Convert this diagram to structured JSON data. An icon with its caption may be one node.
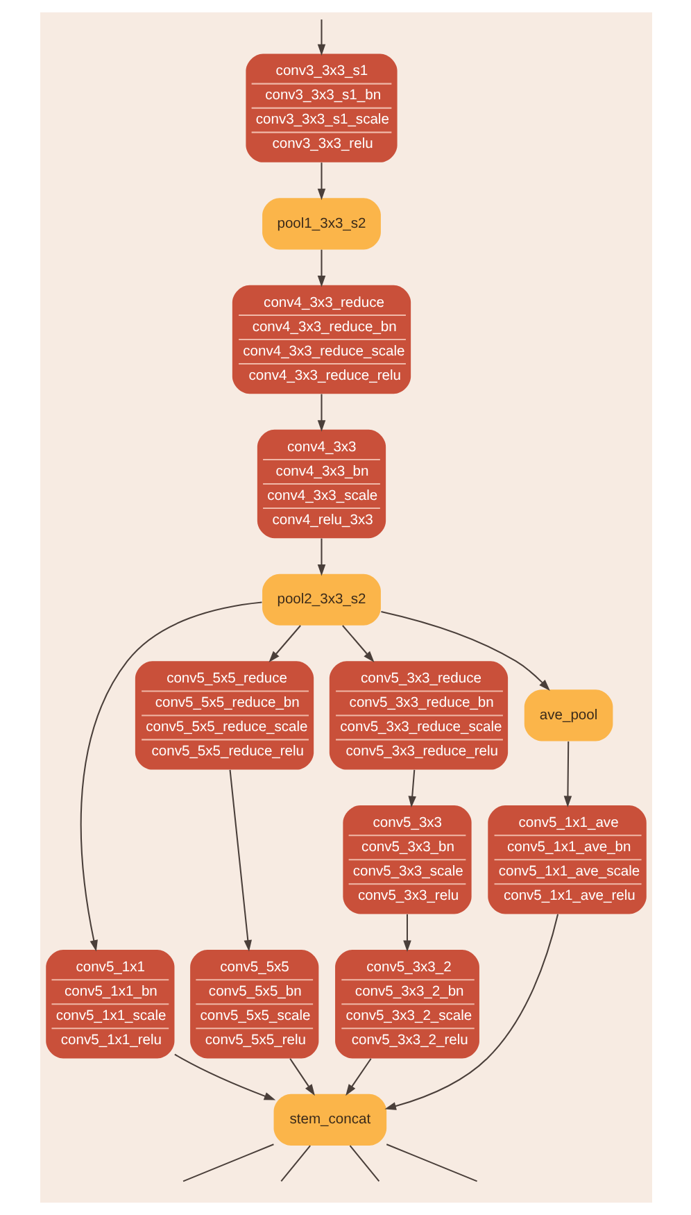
{
  "diagram": {
    "nodes": [
      {
        "text": [
          "conv3_3x3_s1",
          "conv3_3x3_s1_bn",
          "conv3_3x3_s1_scale",
          "conv3_3x3_relu"
        ]
      },
      {
        "text": [
          "pool1_3x3_s2"
        ]
      },
      {
        "text": [
          "conv4_3x3_reduce",
          "conv4_3x3_reduce_bn",
          "conv4_3x3_reduce_scale",
          "conv4_3x3_reduce_relu"
        ]
      },
      {
        "text": [
          "conv4_3x3",
          "conv4_3x3_bn",
          "conv4_3x3_scale",
          "conv4_relu_3x3"
        ]
      },
      {
        "text": [
          "pool2_3x3_s2"
        ]
      },
      {
        "text": [
          "conv5_3x3_reduce",
          "conv5_3x3_reduce_bn",
          "conv5_3x3_reduce_scale",
          "conv5_3x3_reduce_relu"
        ]
      },
      {
        "text": [
          "conv5_5x5_reduce",
          "conv5_5x5_reduce_bn",
          "conv5_5x5_reduce_scale",
          "conv5_5x5_reduce_relu"
        ]
      },
      {
        "text": [
          "conv5_3x3",
          "conv5_3x3_bn",
          "conv5_3x3_scale",
          "conv5_3x3_relu"
        ]
      },
      {
        "text": [
          "ave_pool"
        ]
      },
      {
        "text": [
          "conv5_1x1",
          "conv5_1x1_bn",
          "conv5_1x1_scale",
          "conv5_1x1_relu"
        ]
      },
      {
        "text": [
          "conv5_5x5",
          "conv5_5x5_bn",
          "conv5_5x5_scale",
          "conv5_5x5_relu"
        ]
      },
      {
        "text": [
          "conv5_3x3_2",
          "conv5_3x3_2_bn",
          "conv5_3x3_2_scale",
          "conv5_3x3_2_relu"
        ]
      },
      {
        "text": [
          "conv5_1x1_ave",
          "conv5_1x1_ave_bn",
          "conv5_1x1_ave_scale",
          "conv5_1x1_ave_relu"
        ]
      },
      {
        "text": [
          "stem_concat"
        ]
      }
    ],
    "edges": [
      {
        "from": null,
        "to": 0,
        "arrow": "to"
      },
      {
        "from": 0,
        "to": 1,
        "arrow": "to"
      },
      {
        "from": 1,
        "to": 2,
        "arrow": "to"
      },
      {
        "from": 2,
        "to": 3,
        "arrow": "to"
      },
      {
        "from": 3,
        "to": 4,
        "arrow": "to"
      },
      {
        "from": 4,
        "to": 9,
        "arrow": "to"
      },
      {
        "from": 4,
        "to": 6,
        "arrow": "to"
      },
      {
        "from": 4,
        "to": 5,
        "arrow": "to"
      },
      {
        "from": 4,
        "to": 8,
        "arrow": "to"
      },
      {
        "from": 5,
        "to": 7,
        "arrow": "to"
      },
      {
        "from": 6,
        "to": 10,
        "arrow": "to"
      },
      {
        "from": 7,
        "to": 11,
        "arrow": "to"
      },
      {
        "from": 8,
        "to": 12,
        "arrow": "to"
      },
      {
        "from": 9,
        "to": 13,
        "arrow": "to"
      },
      {
        "from": 10,
        "to": 13,
        "arrow": "to"
      },
      {
        "from": 11,
        "to": 13,
        "arrow": "to"
      },
      {
        "from": 12,
        "to": 13,
        "arrow": "to"
      },
      {
        "from": 13,
        "to": null,
        "arrow": "none"
      },
      {
        "from": 13,
        "to": null,
        "arrow": "none"
      },
      {
        "from": 13,
        "to": null,
        "arrow": "none"
      },
      {
        "from": 13,
        "to": null,
        "arrow": "none"
      }
    ]
  }
}
